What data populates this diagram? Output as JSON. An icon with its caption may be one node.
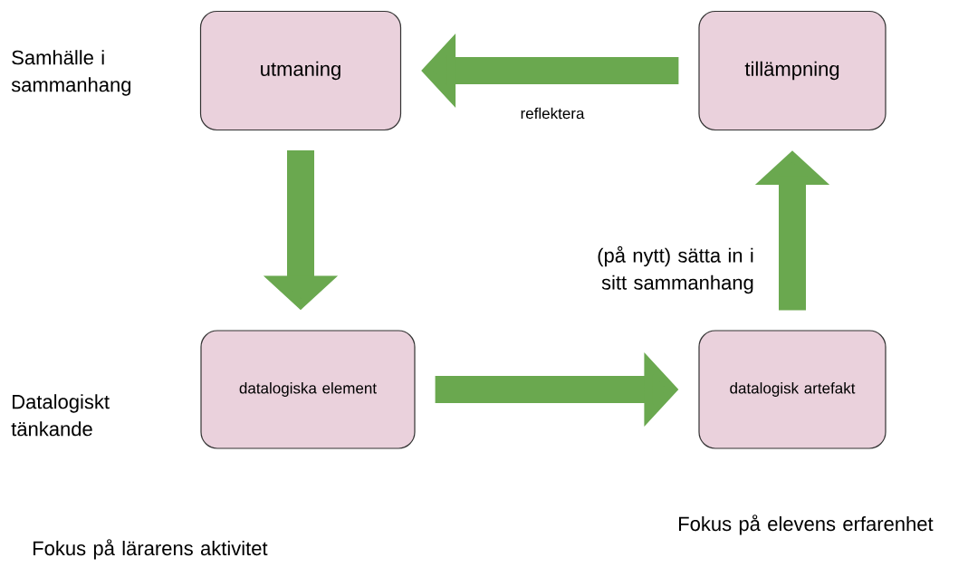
{
  "diagram": {
    "nodes": [
      {
        "text": [
          "utmaning"
        ]
      },
      {
        "text": [
          "tillämpning"
        ]
      },
      {
        "text": [
          "datalogiska element"
        ]
      },
      {
        "text": [
          "datalogisk artefakt"
        ]
      }
    ],
    "edges": [
      {
        "from": 1,
        "to": 0,
        "arrow": "to",
        "label": "reflektera"
      },
      {
        "from": 0,
        "to": 2,
        "arrow": "to"
      },
      {
        "from": 2,
        "to": 3,
        "arrow": "to"
      },
      {
        "from": 3,
        "to": 1,
        "arrow": "to",
        "label": "(på nytt) sätta in i sitt sammanhang"
      }
    ],
    "labels": [
      "Samhälle i sammanhang",
      "Datalogiskt tänkande",
      "Fokus på lärarens aktivitet",
      "Fokus på elevens erfarenhet"
    ]
  }
}
